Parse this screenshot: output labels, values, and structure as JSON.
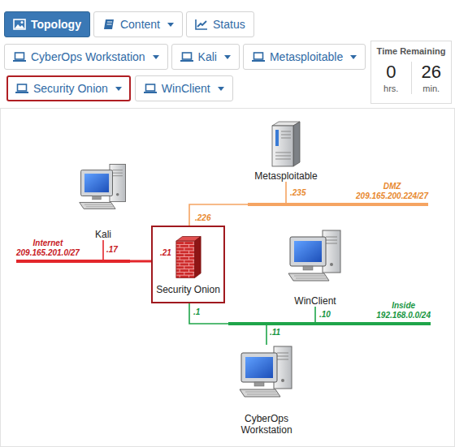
{
  "diagram": {
    "nodes": [
      {
        "text": [
          "Topology"
        ]
      },
      {
        "text": [
          "Content"
        ]
      },
      {
        "text": [
          "Status"
        ]
      },
      {
        "text": [
          "CyberOps Workstation"
        ]
      },
      {
        "text": [
          "Kali"
        ]
      },
      {
        "text": [
          "Metasploitable"
        ]
      },
      {
        "text": [
          "Time Remaining",
          "0",
          "hrs.",
          "26",
          "min."
        ]
      },
      {
        "text": [
          "Security Onion"
        ]
      },
      {
        "text": [
          "WinClient"
        ]
      },
      {
        "text": [
          "Metasploitable"
        ]
      },
      {
        "text": [
          "DMZ",
          "209.165.200.224/27"
        ]
      },
      {
        "text": [
          "Kali"
        ]
      },
      {
        "text": [
          "Internet",
          "209.165.201.0/27"
        ]
      },
      {
        "text": [
          "Security Onion"
        ]
      },
      {
        "text": [
          "WinClient"
        ]
      },
      {
        "text": [
          "Inside",
          "192.168.0.0/24"
        ]
      },
      {
        "text": [
          "CyberOps Workstation"
        ]
      }
    ],
    "edges": [
      {
        "from": 11,
        "to": 12,
        "arrow": "none",
        "label": ".17"
      },
      {
        "from": 13,
        "to": 12,
        "arrow": "none",
        "label": ".21"
      },
      {
        "from": 13,
        "to": 10,
        "arrow": "none",
        "label": ".226"
      },
      {
        "from": 9,
        "to": 10,
        "arrow": "none",
        "label": ".235"
      },
      {
        "from": 13,
        "to": 15,
        "arrow": "none",
        "label": ".1"
      },
      {
        "from": 14,
        "to": 15,
        "arrow": "none",
        "label": ".10"
      },
      {
        "from": 16,
        "to": 15,
        "arrow": "none",
        "label": ".11"
      }
    ]
  }
}
